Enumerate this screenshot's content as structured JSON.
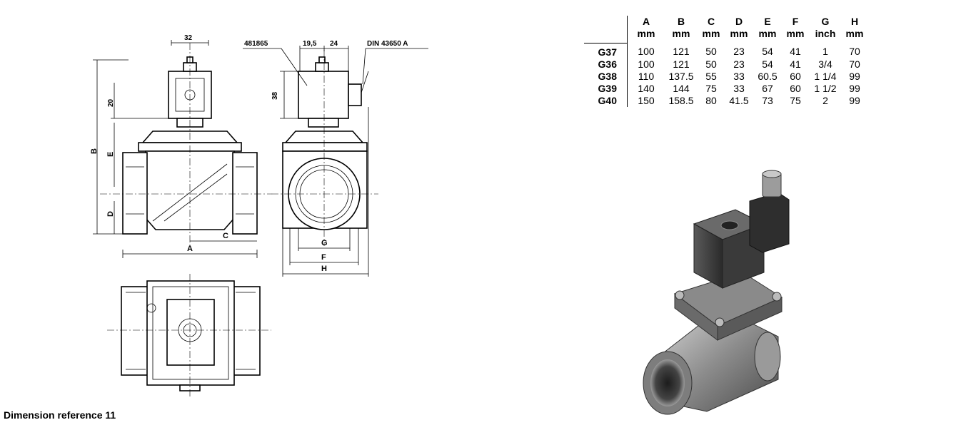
{
  "drawing_labels": {
    "dim_32": "32",
    "dim_481865": "481865",
    "dim_19_5": "19,5",
    "dim_24": "24",
    "dim_din": "DIN 43650 A",
    "dim_20": "20",
    "dim_38": "38",
    "label_A": "A",
    "label_B": "B",
    "label_C": "C",
    "label_D": "D",
    "label_E": "E",
    "label_F": "F",
    "label_G": "G",
    "label_H": "H"
  },
  "caption": "Dimension reference 11",
  "table": {
    "columns": [
      {
        "letter": "A",
        "unit": "mm"
      },
      {
        "letter": "B",
        "unit": "mm"
      },
      {
        "letter": "C",
        "unit": "mm"
      },
      {
        "letter": "D",
        "unit": "mm"
      },
      {
        "letter": "E",
        "unit": "mm"
      },
      {
        "letter": "F",
        "unit": "mm"
      },
      {
        "letter": "G",
        "unit": "inch"
      },
      {
        "letter": "H",
        "unit": "mm"
      }
    ],
    "rows": [
      {
        "model": "G37",
        "values": [
          "100",
          "121",
          "50",
          "23",
          "54",
          "41",
          "1",
          "70"
        ]
      },
      {
        "model": "G36",
        "values": [
          "100",
          "121",
          "50",
          "23",
          "54",
          "41",
          "3/4",
          "70"
        ]
      },
      {
        "model": "G38",
        "values": [
          "110",
          "137.5",
          "55",
          "33",
          "60.5",
          "60",
          "1 1/4",
          "99"
        ]
      },
      {
        "model": "G39",
        "values": [
          "140",
          "144",
          "75",
          "33",
          "67",
          "60",
          "1 1/2",
          "99"
        ]
      },
      {
        "model": "G40",
        "values": [
          "150",
          "158.5",
          "80",
          "41.5",
          "73",
          "75",
          "2",
          "99"
        ]
      }
    ]
  }
}
